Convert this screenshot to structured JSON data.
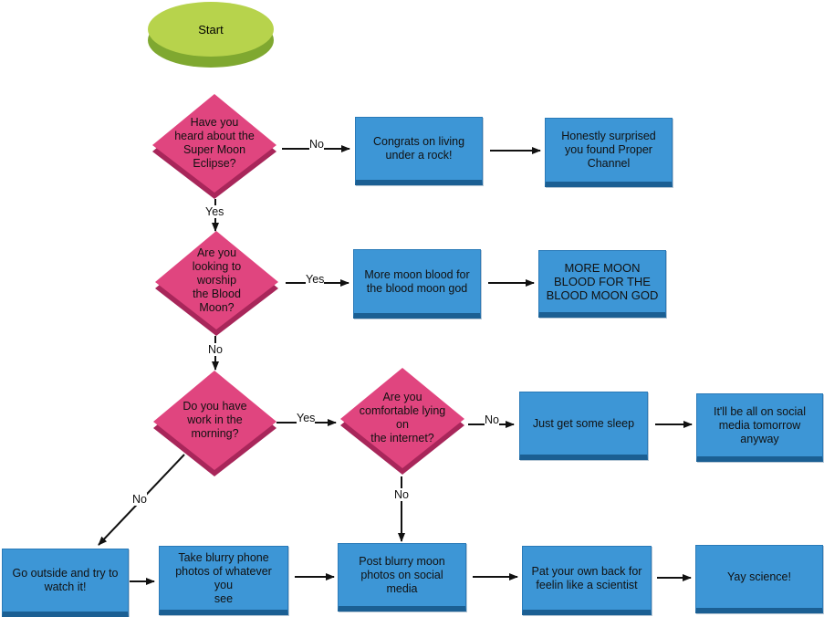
{
  "start": {
    "label": "Start"
  },
  "decisions": {
    "super_moon": "Have you\nheard about the\nSuper Moon\nEclipse?",
    "worship": "Are you\nlooking to worship\nthe Blood\nMoon?",
    "work": "Do you have\nwork in the\nmorning?",
    "lying": "Are you\ncomfortable lying on\nthe internet?"
  },
  "boxes": {
    "rock": "Congrats on living\nunder a rock!",
    "proper_channel": "Honestly surprised\nyou found Proper\nChannel",
    "moon_blood": "More moon blood for\nthe blood moon god",
    "more_moon_blood": "MORE MOON\nBLOOD FOR THE\nBLOOD MOON GOD",
    "sleep": "Just get some sleep",
    "social_tomorrow": "It'll be all on social\nmedia tomorrow\nanyway",
    "go_outside": "Go outside and try to\nwatch it!",
    "blurry_photos": "Take blurry phone\nphotos of whatever you\nsee",
    "post_blurry": "Post blurry moon\nphotos on social media",
    "pat_back": "Pat your own back for\nfeelin like a scientist",
    "yay_science": "Yay science!"
  },
  "edge_labels": {
    "super_moon_no": "No",
    "super_moon_yes": "Yes",
    "worship_yes": "Yes",
    "worship_no": "No",
    "work_yes": "Yes",
    "work_no": "No",
    "lying_no_right": "No",
    "lying_no_down": "No"
  },
  "colors": {
    "start_fill": "#b7d34c",
    "decision_fill": "#e0457f",
    "process_fill": "#3d96d6"
  }
}
